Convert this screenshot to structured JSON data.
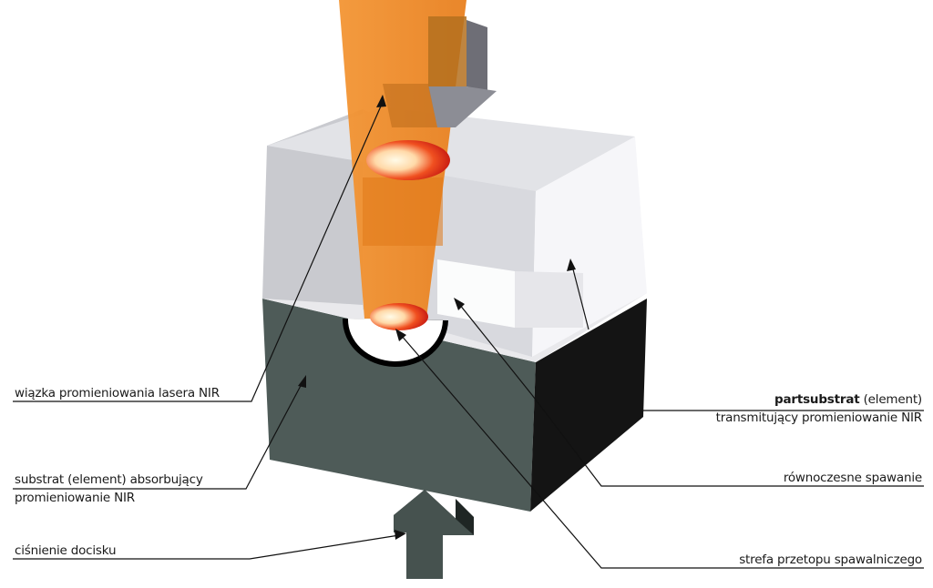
{
  "labels": {
    "laser_beam": "wiązka promieniowania lasera NIR",
    "absorbing_substrate_line1": "substrat (element) absorbujący",
    "absorbing_substrate_line2": "promieniowanie NIR",
    "clamping_pressure": "ciśnienie docisku",
    "transmitting_part_bold": "partsubstrat",
    "transmitting_part_rest": " (element)",
    "transmitting_part_line2": "transmitujący promieniowanie NIR",
    "simultaneous_welding": "równoczesne spawanie",
    "weld_zone": "strefa przetopu spawalniczego"
  },
  "colors": {
    "laser_beam": "#f08a2a",
    "laser_beam_dark": "#c86a1a",
    "upper_block_left": "#c9cacf",
    "upper_block_front": "#dcdde2",
    "upper_block_right": "#f4f4f7",
    "lower_block_front": "#4e5b58",
    "lower_block_right": "#141414",
    "weld_hot": "#e02020",
    "weld_core": "#fff6d8",
    "pressure_arrow": "#3b4644"
  }
}
